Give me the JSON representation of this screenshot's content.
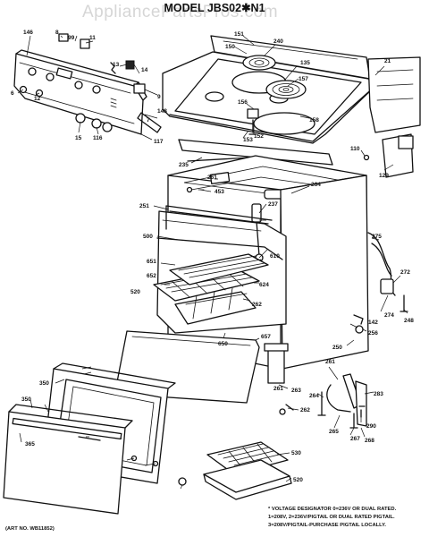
{
  "title": "MODEL JBS02✱N1",
  "watermark": "AppliancePartsPros.com",
  "art_number": "(ART NO. WB11852)",
  "notes": [
    "* VOLTAGE DESIGNATOR 0=236V OR DUAL RATED.",
    "1=208V, 2=236V/PIGTAIL OR DUAL RATED PIGTAIL.",
    "3=208V/PIGTAIL-PURCHASE PIGTAIL LOCALLY."
  ],
  "callouts": [
    "146",
    "8",
    "99",
    "11",
    "13",
    "14",
    "6",
    "9",
    "12",
    "15",
    "116",
    "148",
    "117",
    "7",
    "151",
    "240",
    "150",
    "135",
    "157",
    "158",
    "156",
    "153",
    "152",
    "21",
    "110",
    "129",
    "235",
    "261",
    "453",
    "264",
    "251",
    "500",
    "651",
    "652",
    "520",
    "610",
    "624",
    "262",
    "237",
    "275",
    "272",
    "274",
    "248",
    "142",
    "256",
    "250",
    "657",
    "650",
    "261",
    "263",
    "262",
    "264",
    "283",
    "290",
    "261",
    "265",
    "267",
    "268",
    "350",
    "365",
    "530",
    "520",
    "350"
  ]
}
